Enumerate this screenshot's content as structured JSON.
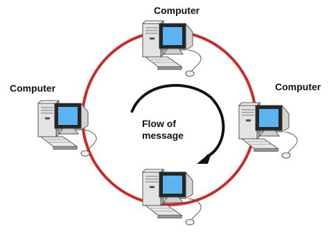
{
  "labels": {
    "top": "Computer",
    "left": "Computer",
    "right": "Computer"
  },
  "flow": {
    "line1": "Flow of",
    "line2": "message"
  },
  "colors": {
    "ring": "#cc2a2a",
    "arrow": "#111111",
    "case": "#e3e3e3",
    "case_shadow": "#a9a9a9",
    "screen": "#5bb4ef",
    "bezel": "#262626",
    "monitor": "#d4d4d4"
  },
  "icons": [
    "computer-icon",
    "circular-arrow-icon"
  ]
}
